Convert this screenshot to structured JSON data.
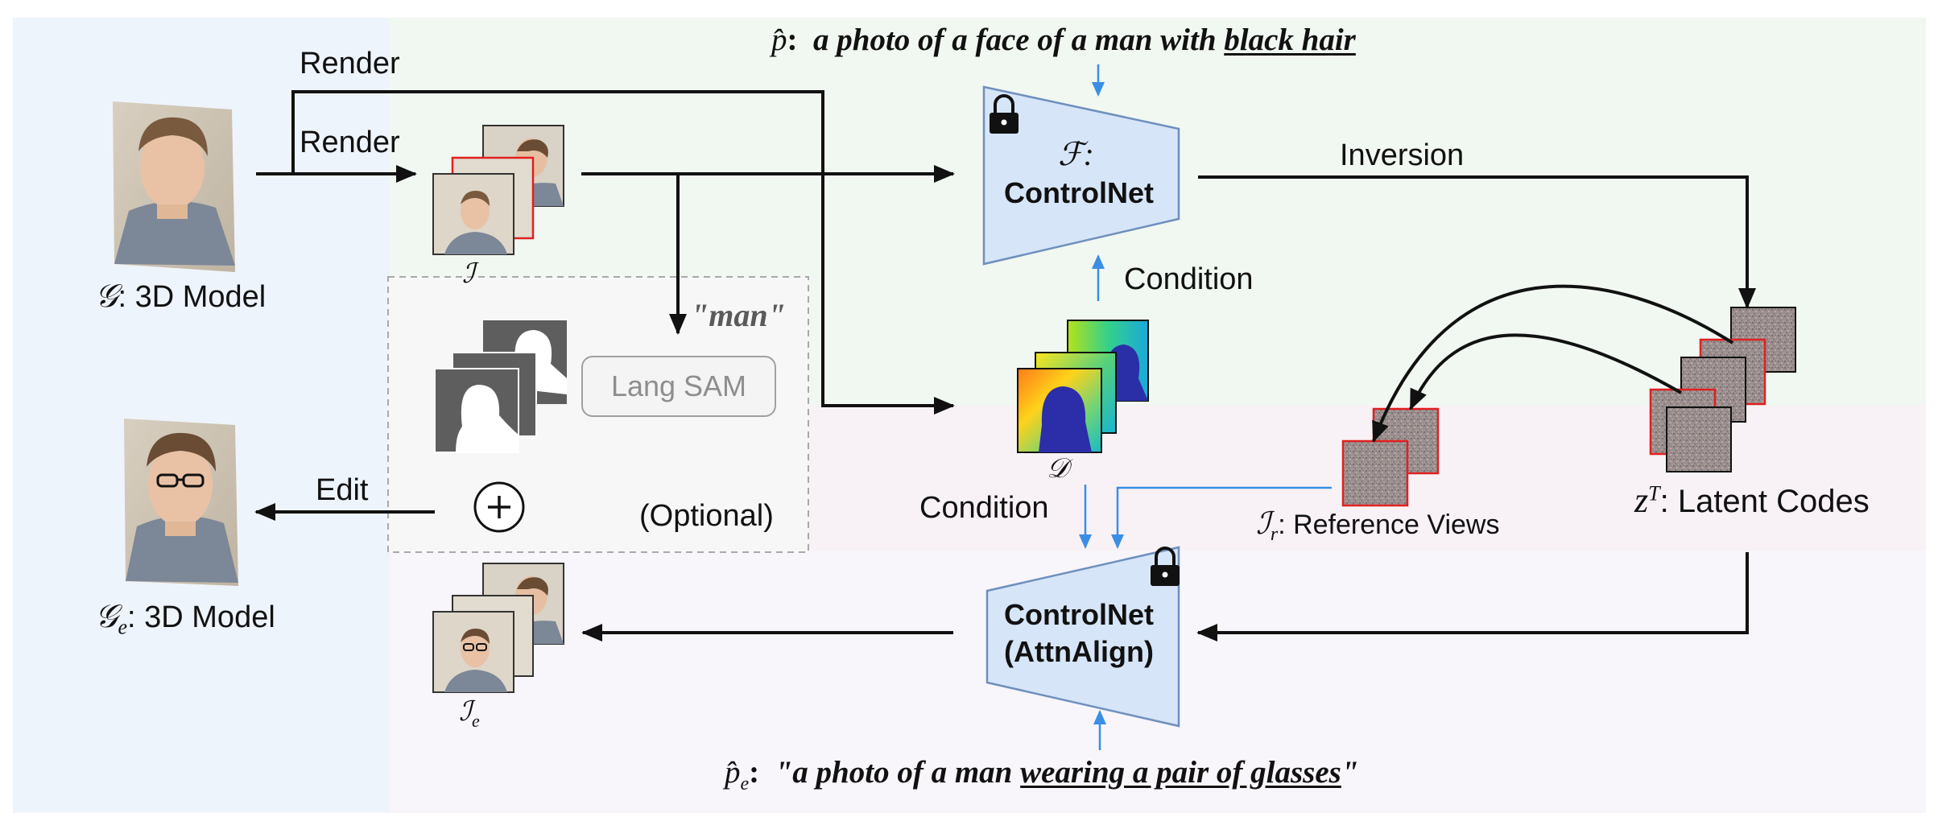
{
  "labels": {
    "prompt_p_sym": "p̂",
    "prompt_p_text": "a photo of a face of a man with ",
    "prompt_p_underlined": "black hair",
    "render_top": "Render",
    "render_mid": "Render",
    "inversion": "Inversion",
    "condition_top": "Condition",
    "condition_bottom": "Condition",
    "man_query": "\"man\"",
    "lang_sam": "Lang SAM",
    "optional": "(Optional)",
    "edit": "Edit",
    "f_symbol": "ℱ:",
    "controlnet_top": "ControlNet",
    "controlnet_bottom_line1": "ControlNet",
    "controlnet_bottom_line2": "(AttnAlign)",
    "g_model_sym": "𝒢",
    "g_model_text": ": 3D Model",
    "ge_model_sym": "𝒢",
    "ge_model_sub": "e",
    "ge_model_text": ": 3D Model",
    "i_symbol": "ℐ",
    "ie_symbol": "ℐ",
    "ie_sub": "e",
    "d_symbol": "𝒟",
    "ir_symbol": "ℐ",
    "ir_sub": "r",
    "ir_text": ": Reference Views",
    "zt_symbol": "z",
    "zt_sup": "T",
    "zt_text": ": Latent Codes",
    "prompt_pe_sym": "p̂",
    "prompt_pe_sub": "e",
    "prompt_pe_text_a": "\"a photo of a man ",
    "prompt_pe_underlined": "wearing a pair of glasses",
    "prompt_pe_text_b": "\"",
    "plus": "+"
  },
  "icons": [
    "lock-icon",
    "plus-circle-icon"
  ],
  "colors": {
    "blue_region": "#eef4fb",
    "green_region": "#f1f7f1",
    "pink_region": "#f8f2f6",
    "network_fill": "#d6e5f7",
    "network_stroke": "#6e8fbd",
    "blue_arrow": "#3a8ee6",
    "black_arrow": "#111111",
    "reference_border": "#e02020",
    "lang_sam_text": "#8e8e8e"
  }
}
